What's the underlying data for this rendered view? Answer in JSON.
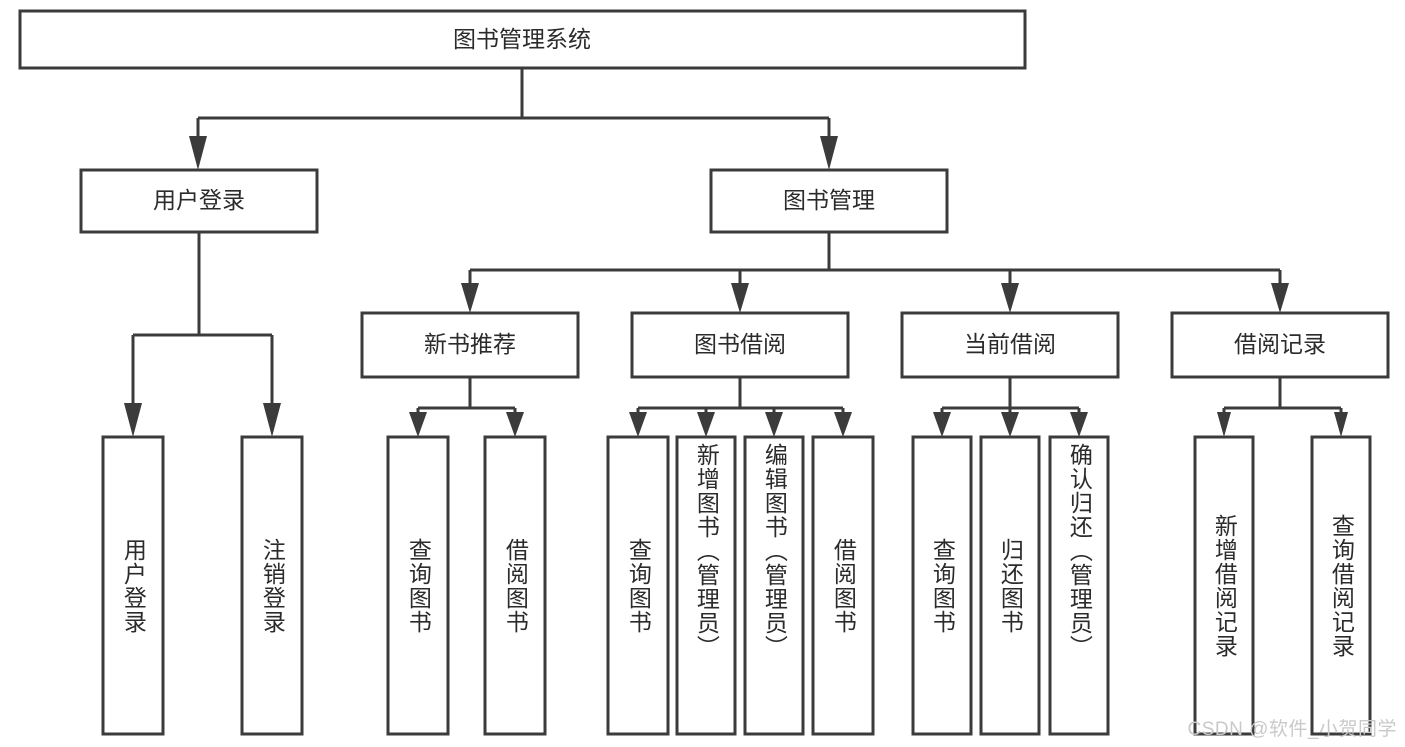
{
  "diagram": {
    "title": "图书管理系统",
    "type": "tree",
    "watermark": "CSDN @软件_小贺同学",
    "colors": {
      "stroke": "#3b3b3b",
      "fill": "#ffffff",
      "text": "#2b2b2b",
      "watermark": "#c9c9c9",
      "background": "#ffffff"
    },
    "levels": {
      "root": "图书管理系统",
      "level2": [
        "用户登录",
        "图书管理"
      ],
      "level3": [
        "新书推荐",
        "图书借阅",
        "当前借阅",
        "借阅记录"
      ]
    },
    "nodes": {
      "root": {
        "label": "图书管理系统"
      },
      "user_login": {
        "label": "用户登录"
      },
      "book_manage": {
        "label": "图书管理"
      },
      "new_book_rec": {
        "label": "新书推荐"
      },
      "book_borrow": {
        "label": "图书借阅"
      },
      "current_borrow": {
        "label": "当前借阅"
      },
      "borrow_record": {
        "label": "借阅记录"
      }
    },
    "leaves": {
      "user_login": [
        {
          "label": "用户登录"
        },
        {
          "label": "注销登录"
        }
      ],
      "new_book_rec": [
        {
          "label": "查询图书"
        },
        {
          "label": "借阅图书"
        }
      ],
      "book_borrow": [
        {
          "label": "查询图书"
        },
        {
          "label": "新增图书（管理员）"
        },
        {
          "label": "编辑图书（管理员）"
        },
        {
          "label": "借阅图书"
        }
      ],
      "current_borrow": [
        {
          "label": "查询图书"
        },
        {
          "label": "归还图书"
        },
        {
          "label": "确认归还（管理员）"
        }
      ],
      "borrow_record": [
        {
          "label": "新增借阅记录"
        },
        {
          "label": "查询借阅记录"
        }
      ]
    }
  }
}
